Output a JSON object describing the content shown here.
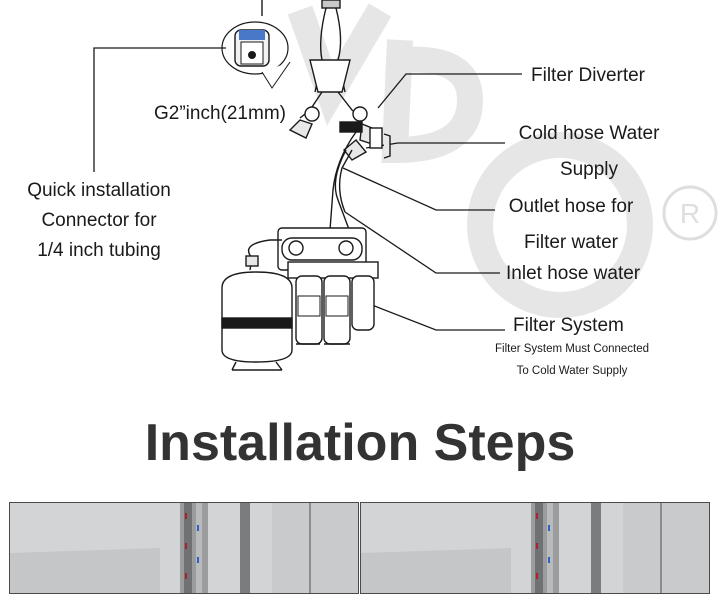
{
  "diagram": {
    "connector_size_label": "G2”inch(21mm)",
    "quick_connector_label": [
      "Quick installation",
      "Connector for",
      "1/4 inch tubing"
    ],
    "filter_diverter_label": "Filter Diverter",
    "cold_hose_label": [
      "Cold hose Water",
      "Supply"
    ],
    "outlet_hose_label": [
      "Outlet hose for",
      "Filter water"
    ],
    "inlet_hose_label": "Inlet hose water",
    "filter_system_label": "Filter System",
    "filter_system_note": [
      "Filter System Must Connected",
      "To Cold Water Supply"
    ],
    "watermark": {
      "letter": "R",
      "color": "#dedede"
    }
  },
  "section": {
    "title": "Installation Steps"
  },
  "colors": {
    "title": "#333333",
    "line": "#1a1a1a",
    "photo_bg": "#d6d7d9",
    "hose_red": "#b02030",
    "hose_blue": "#3060c0"
  }
}
